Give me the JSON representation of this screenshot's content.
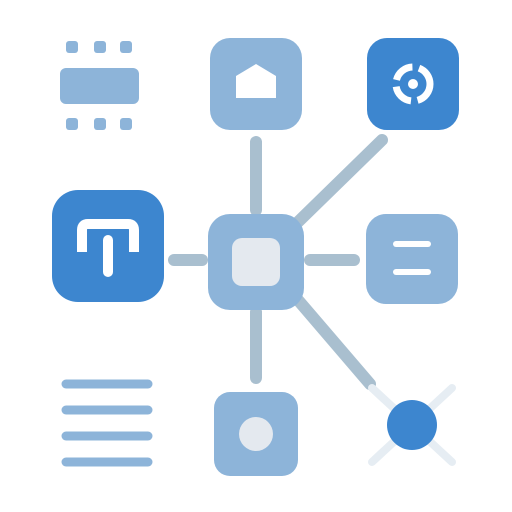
{
  "colors": {
    "background": "#ffffff",
    "connector": "#a9bfcf",
    "tile_light": "#8db4d9",
    "tile_dark": "#3d86cf",
    "hub_center": "#e4e9ef",
    "dot_center": "#e4e9ef",
    "white": "#ffffff",
    "cross": "#e6edf3"
  },
  "nodes": [
    {
      "id": "hub",
      "icon": "hub-node"
    },
    {
      "id": "home",
      "icon": "home-icon"
    },
    {
      "id": "target",
      "icon": "target-icon"
    },
    {
      "id": "plug",
      "icon": "plug-icon"
    },
    {
      "id": "menu",
      "icon": "menu-icon"
    },
    {
      "id": "dot",
      "icon": "dot-icon"
    },
    {
      "id": "x-node",
      "icon": "x-node-icon"
    },
    {
      "id": "module",
      "icon": "module-icon"
    },
    {
      "id": "list",
      "icon": "list-icon"
    }
  ]
}
